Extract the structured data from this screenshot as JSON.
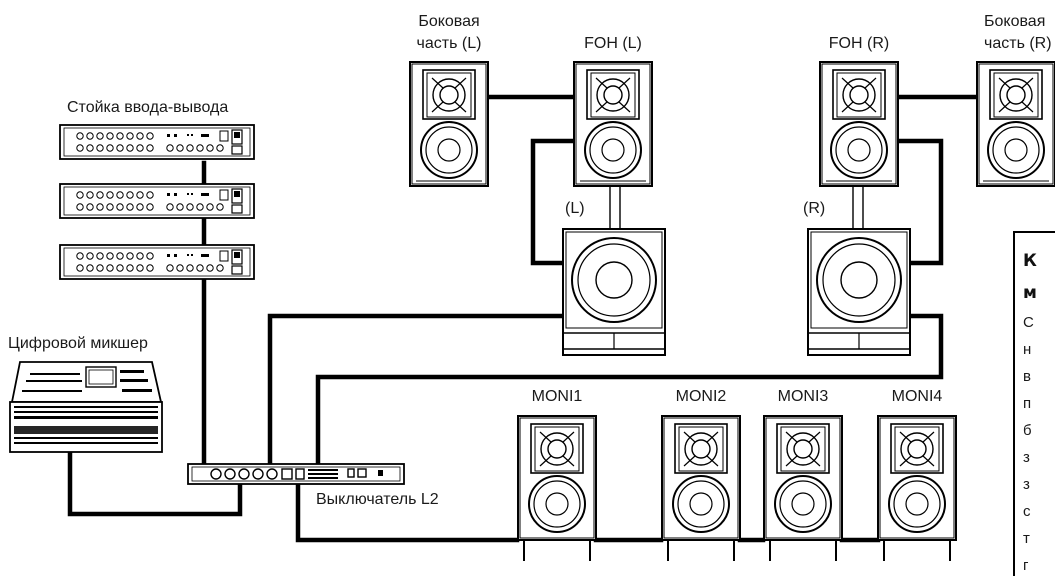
{
  "labels": {
    "side_l_line1": "Боковая",
    "side_l_line2": "часть (L)",
    "foh_l": "FOH (L)",
    "foh_r": "FOH (R)",
    "side_r_line1": "Боковая",
    "side_r_line2": "часть (R)",
    "sub_l": "(L)",
    "sub_r": "(R)",
    "io_rack": "Стойка ввода-вывода",
    "mixer": "Цифровой микшер",
    "switch": "Выключатель L2",
    "moni1": "MONI1",
    "moni2": "MONI2",
    "moni3": "MONI3",
    "moni4": "MONI4"
  },
  "note": {
    "title_lines": [
      "К",
      "м"
    ],
    "body_lines": [
      "С",
      "н",
      "в",
      "п",
      "б",
      "з",
      "з",
      "с",
      "т",
      "г"
    ]
  }
}
